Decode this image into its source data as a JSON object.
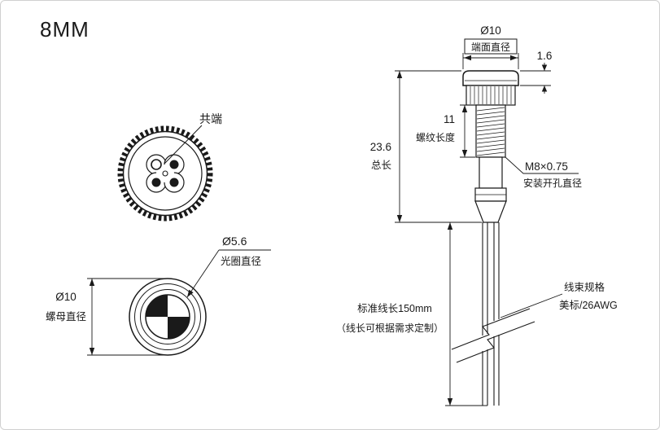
{
  "title": "8MM",
  "colors": {
    "line": "#1a1a1a",
    "background": "#ffffff"
  },
  "back_view": {
    "common_terminal_label": "共端"
  },
  "front_view": {
    "aperture": {
      "dia": "Ø5.6",
      "label": "光圈直径"
    },
    "nut": {
      "dia": "Ø10",
      "label": "螺母直径"
    }
  },
  "side_view": {
    "face": {
      "dia": "Ø10",
      "label": "端面直径"
    },
    "head_thickness": "1.6",
    "thread_length": {
      "value": "11",
      "label": "螺纹长度"
    },
    "total_length": {
      "value": "23.6",
      "label": "总长"
    },
    "mount": {
      "spec": "M8×0.75",
      "label": "安装开孔直径"
    },
    "wire_length": {
      "line1": "标准线长150mm",
      "line2": "（线长可根据需求定制）"
    },
    "harness": {
      "line1": "线束规格",
      "line2": "美标/26AWG"
    }
  }
}
